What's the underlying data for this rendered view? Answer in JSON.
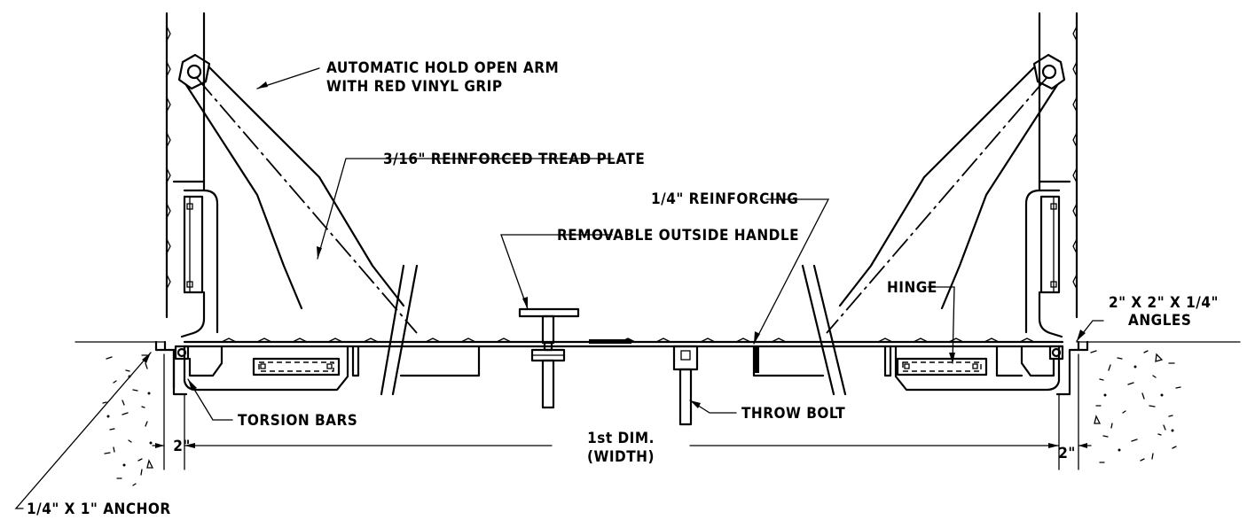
{
  "labels": {
    "hold_open_arm_l1": "AUTOMATIC HOLD OPEN ARM",
    "hold_open_arm_l2": "WITH RED VINYL GRIP",
    "tread_plate": "3/16\" REINFORCED TREAD PLATE",
    "reinforcing": "1/4\" REINFORCING",
    "outside_handle": "REMOVABLE OUTSIDE HANDLE",
    "hinge": "HINGE",
    "angles_l1": "2\" X 2\" X 1/4\"",
    "angles_l2": "ANGLES",
    "torsion_bars": "TORSION BARS",
    "throw_bolt": "THROW BOLT",
    "anchor": "1/4\" X 1\" ANCHOR"
  },
  "dimensions": {
    "left_offset": "2\"",
    "right_offset": "2\"",
    "width_l1": "1st DIM.",
    "width_l2": "(WIDTH)"
  },
  "colors": {
    "line": "#000000",
    "background": "#ffffff"
  }
}
